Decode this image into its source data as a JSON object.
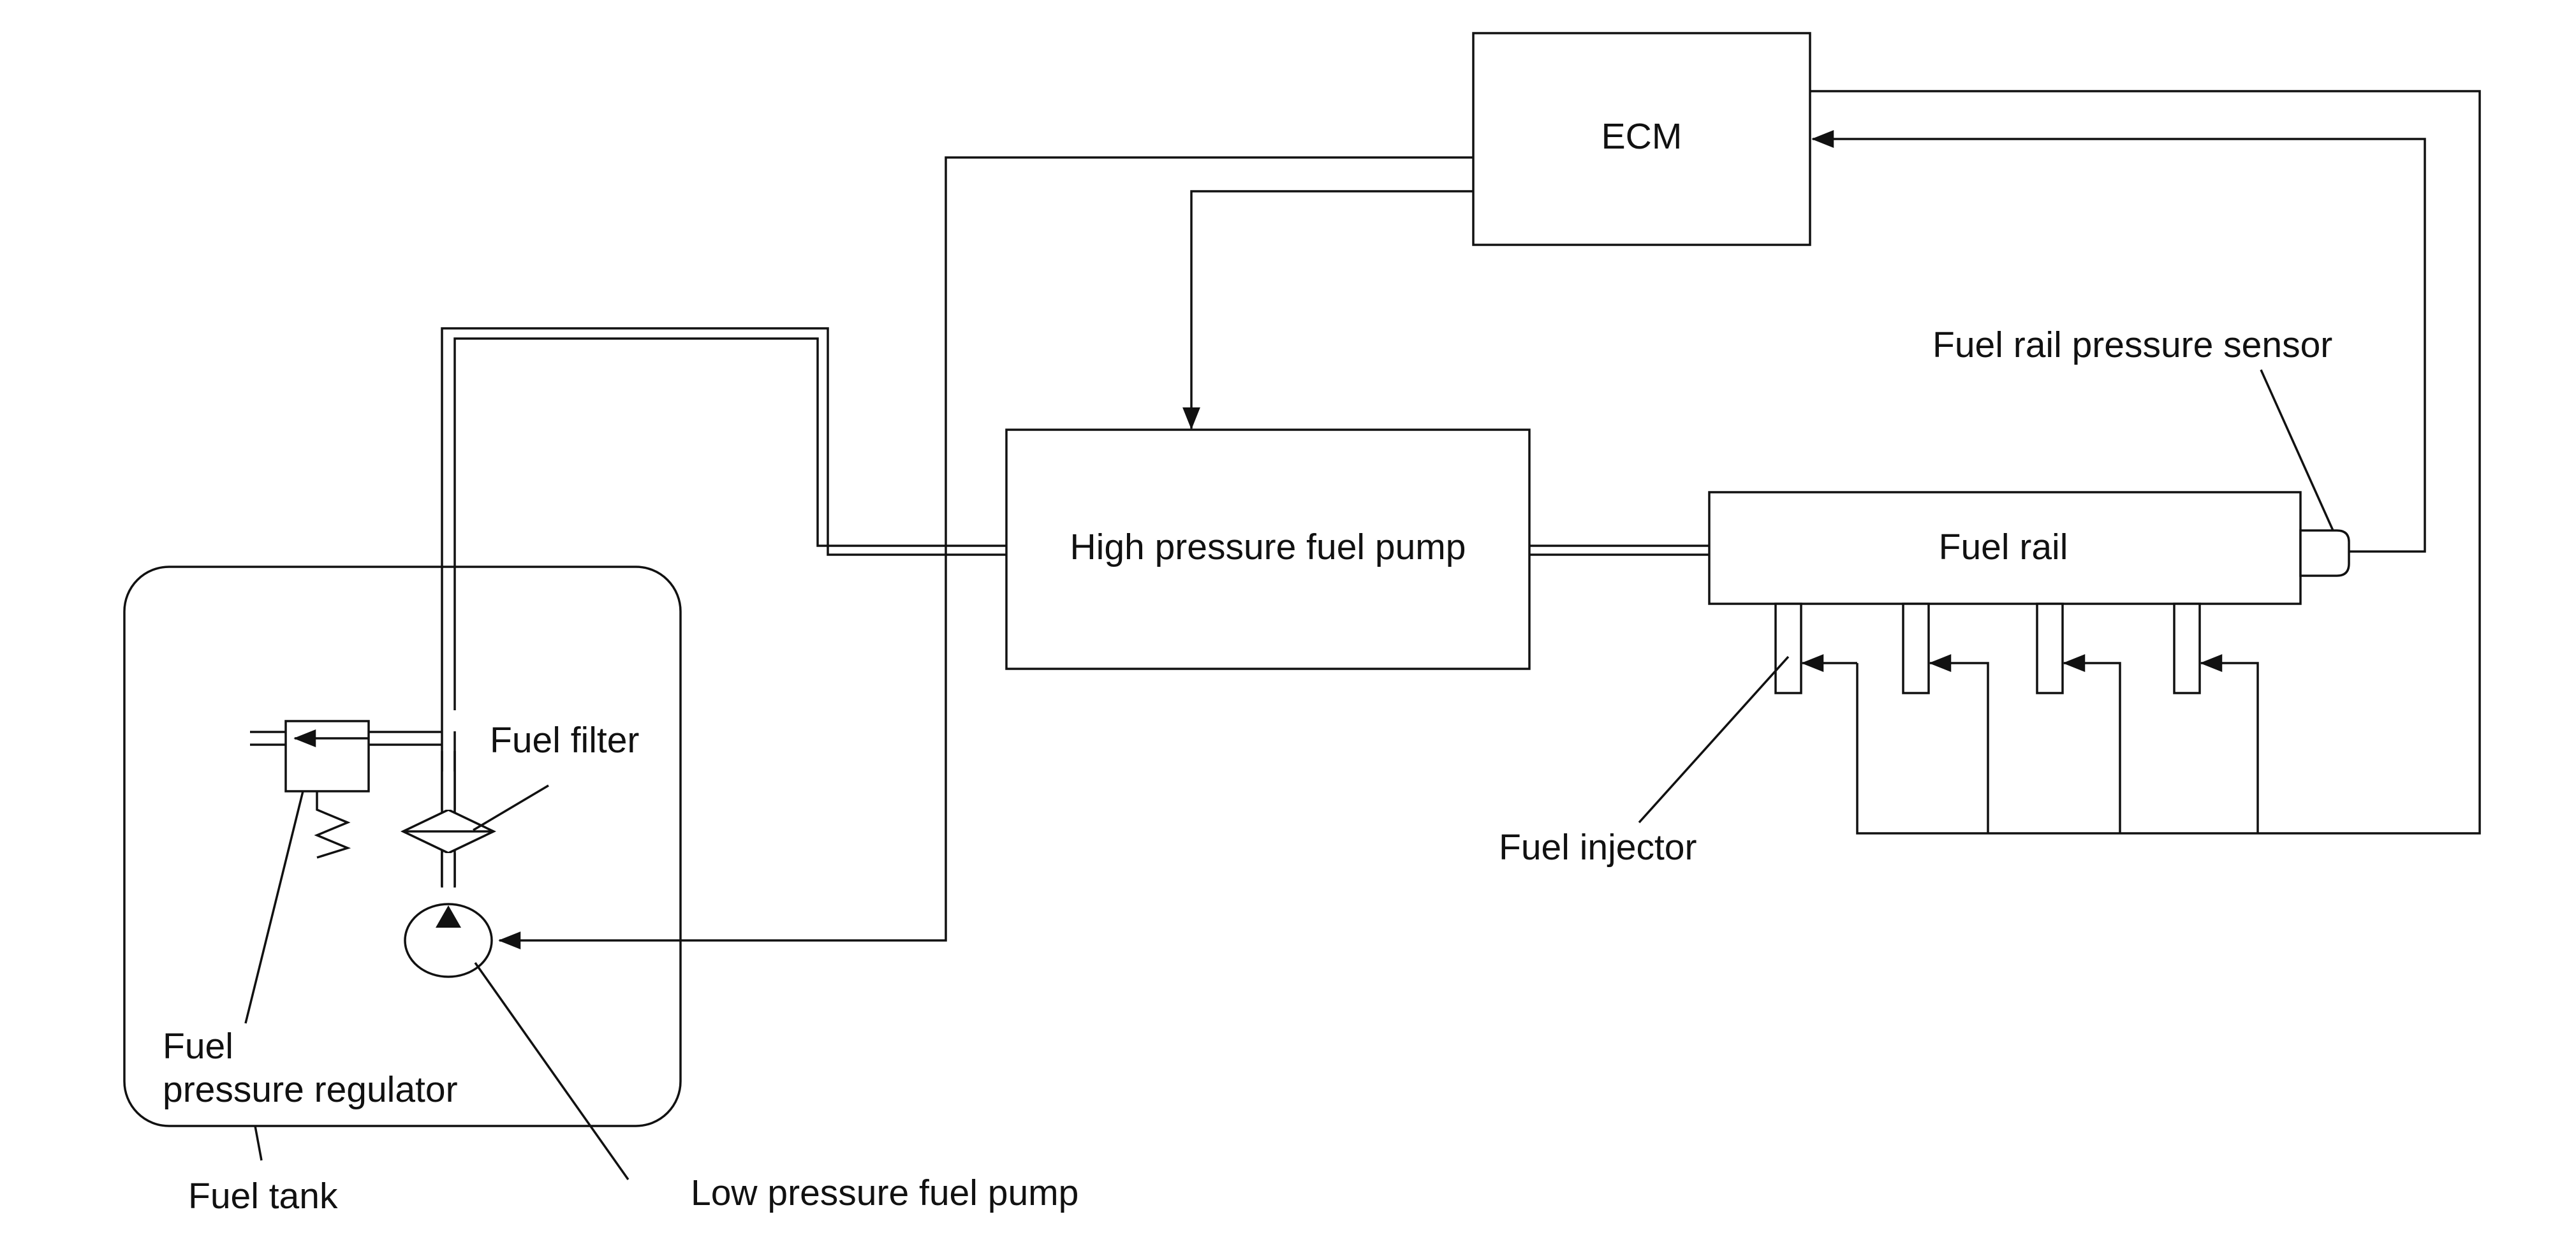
{
  "labels": {
    "ecm": "ECM",
    "high_pressure_pump": "High pressure fuel pump",
    "fuel_rail": "Fuel rail",
    "fuel_rail_pressure_sensor": "Fuel rail pressure sensor",
    "fuel_injector": "Fuel injector",
    "fuel_filter": "Fuel filter",
    "fuel_pressure_regulator_line1": "Fuel",
    "fuel_pressure_regulator_line2": "pressure regulator",
    "fuel_tank": "Fuel tank",
    "low_pressure_pump": "Low pressure fuel pump"
  }
}
